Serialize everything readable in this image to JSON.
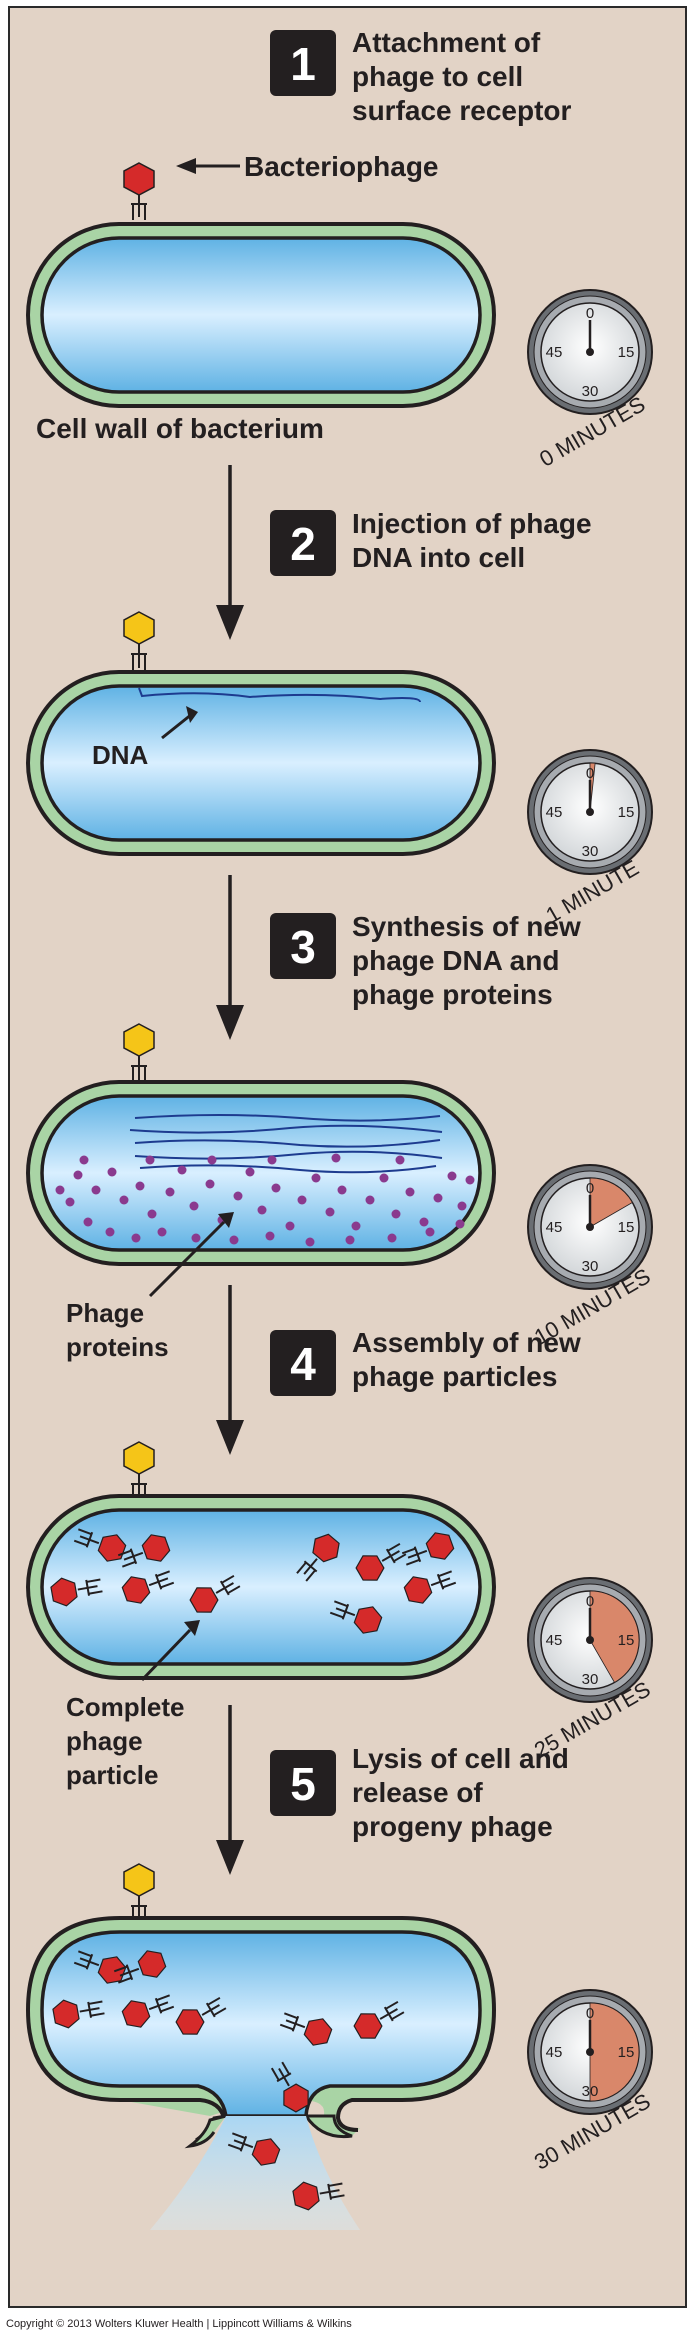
{
  "steps": [
    {
      "num": "1",
      "lines": [
        "Attachment of",
        "phage to cell",
        "surface receptor"
      ],
      "clock": "0 MINUTES",
      "minutes": 0
    },
    {
      "num": "2",
      "lines": [
        "Injection of phage",
        "DNA into cell"
      ],
      "clock": "1 MINUTE",
      "minutes": 1
    },
    {
      "num": "3",
      "lines": [
        "Synthesis of new",
        "phage DNA and",
        "phage proteins"
      ],
      "clock": "10 MINUTES",
      "minutes": 10
    },
    {
      "num": "4",
      "lines": [
        "Assembly of new",
        "phage particles"
      ],
      "clock": "25 MINUTES",
      "minutes": 25
    },
    {
      "num": "5",
      "lines": [
        "Lysis of cell and",
        "release of",
        "progeny phage"
      ],
      "clock": "30 MINUTES",
      "minutes": 30
    }
  ],
  "labels": {
    "bacteriophage": "Bacteriophage",
    "cell_wall": "Cell wall of bacterium",
    "dna": "DNA",
    "phage_proteins": [
      "Phage",
      "proteins"
    ],
    "complete_phage": [
      "Complete",
      "phage",
      "particle"
    ]
  },
  "clock_ticks": [
    "0",
    "15",
    "30",
    "45"
  ],
  "colors": {
    "background": "#e2d3c6",
    "cell_wall": "#a9d4a5",
    "cytoplasm": "#8cc9ee",
    "phage_red": "#d52a2a",
    "phage_yellow": "#f5c518",
    "protein_dots": "#8a3a8e",
    "clock_fill": "#d9876a",
    "number_box": "#231f20"
  },
  "copyright": "Copyright © 2013 Wolters Kluwer Health | Lippincott Williams & Wilkins"
}
